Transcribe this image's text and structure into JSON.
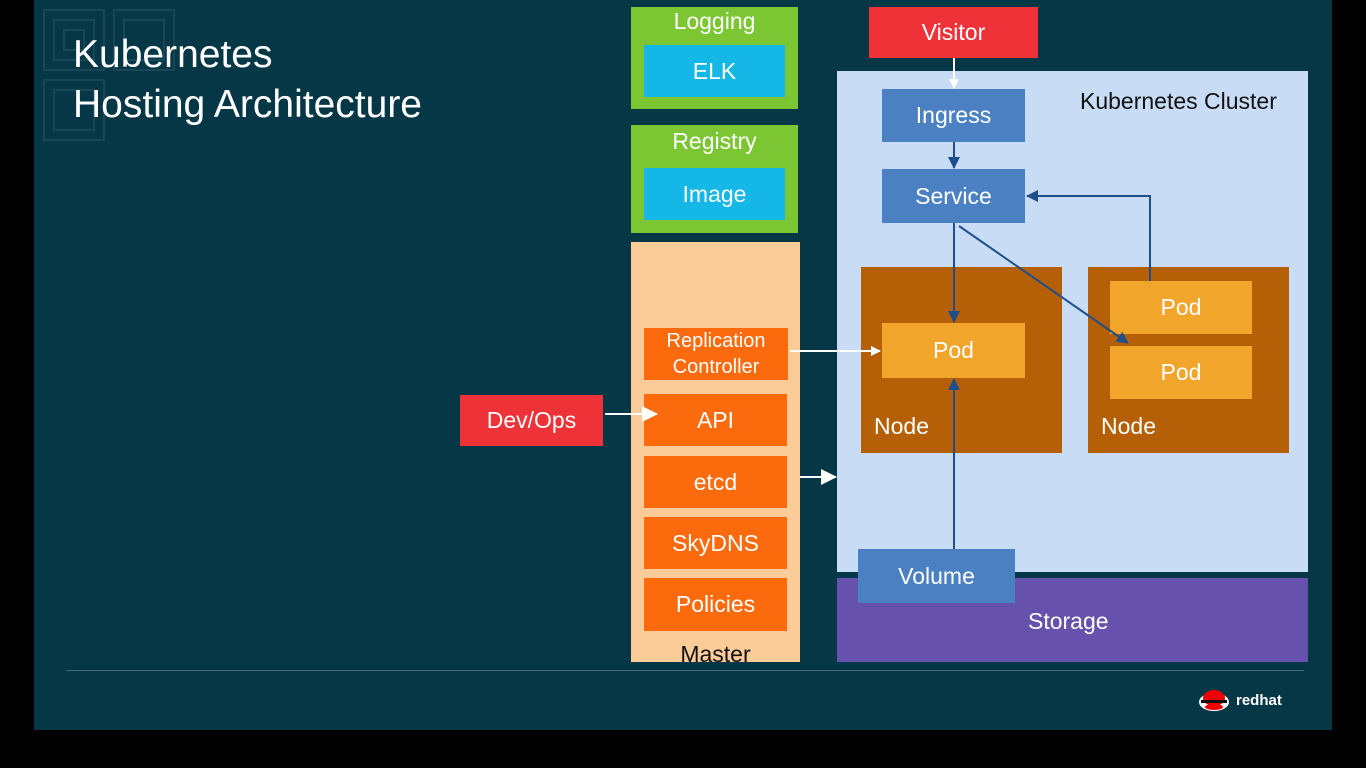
{
  "title": {
    "line1": "Kubernetes",
    "line2": "Hosting Architecture"
  },
  "logging": {
    "header": "Logging",
    "item": "ELK"
  },
  "registry": {
    "header": "Registry",
    "item": "Image"
  },
  "master": {
    "label": "Master",
    "components": [
      "Replication Controller",
      "API",
      "etcd",
      "SkyDNS",
      "Policies"
    ]
  },
  "devops": "Dev/Ops",
  "visitor": "Visitor",
  "cluster": {
    "label": "Kubernetes Cluster",
    "ingress": "Ingress",
    "service": "Service",
    "node1": {
      "label": "Node",
      "pod": "Pod"
    },
    "node2": {
      "label": "Node",
      "pods": [
        "Pod",
        "Pod"
      ]
    },
    "volume": "Volume"
  },
  "storage": "Storage",
  "logo": {
    "text": "redhat",
    "icon": "redhat-shadowman-icon"
  },
  "colors": {
    "background": "#053746",
    "green": "#7cc633",
    "cyan": "#14b7e5",
    "orange": "#fb6b0d",
    "master_bg": "#fbcb98",
    "red": "#ee3238",
    "blue": "#4b81c2",
    "cluster_bg": "#c8dcf6",
    "node": "#b55f06",
    "pod": "#f2a52b",
    "storage": "#6651ad"
  }
}
